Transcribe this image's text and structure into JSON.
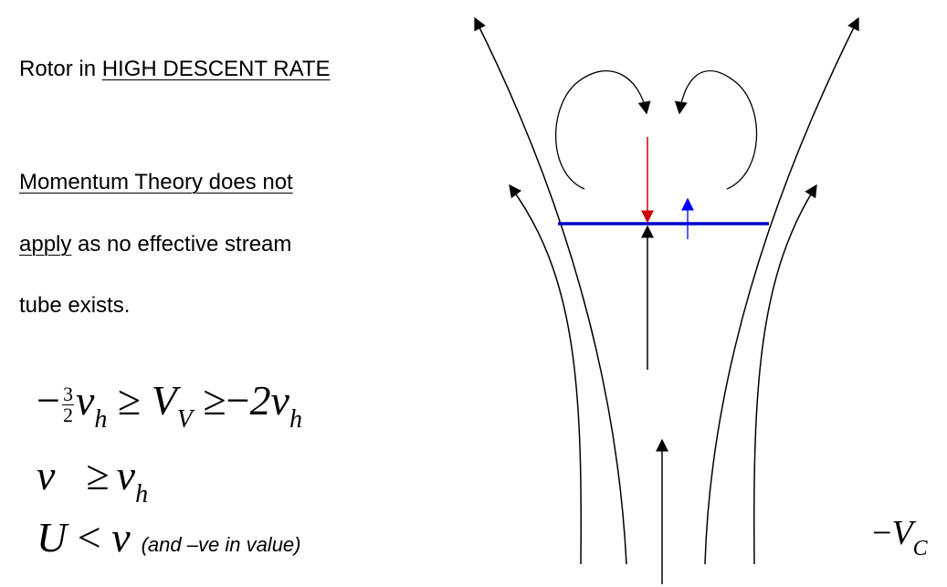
{
  "title": {
    "prefix": "Rotor in ",
    "underlined": "HIGH DESCENT RATE"
  },
  "body": {
    "line1": "Momentum Theory does not",
    "line2_underlined": "apply",
    "line2_rest": " as no effective stream",
    "line3": "tube exists."
  },
  "equations": {
    "eq1": {
      "minus": "−",
      "frac_num": "3",
      "frac_den": "2",
      "v": "v",
      "v_sub": "h",
      "geq1": " ≥ ",
      "V": "V",
      "V_sub": "V",
      "geq2": " ≥−",
      "two_v": "2v",
      "two_v_sub": "h"
    },
    "eq2": {
      "v": "v",
      "geq": "≥",
      "vh": "v",
      "vh_sub": "h"
    },
    "eq3": {
      "U": "U",
      "lt": " < ",
      "v": "v",
      "note": "(and –ve in value)"
    }
  },
  "vc_label": {
    "prefix": "−",
    "V": "V",
    "sub": "C"
  },
  "colors": {
    "rotor_disk": "#0000cc",
    "downwash_arrow": "#cc0000",
    "upwash_arrow": "#0000ff",
    "streamline": "#000000"
  }
}
